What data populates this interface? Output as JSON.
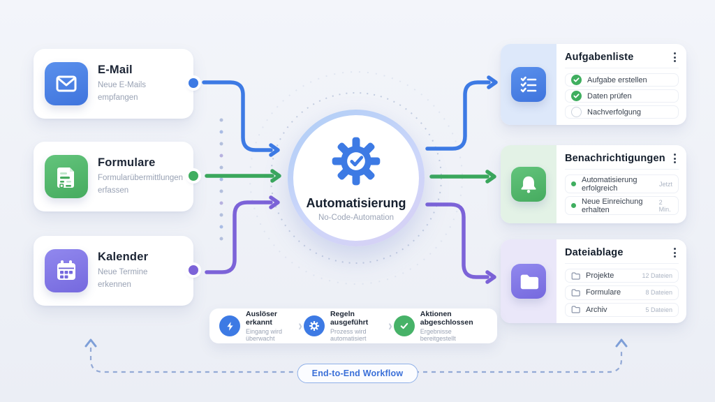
{
  "palette": {
    "blue": "#3d7ae4",
    "green": "#3fae5f",
    "purple": "#7c63d8",
    "dashed": "#93a9d6"
  },
  "sources": {
    "email": {
      "title": "E-Mail",
      "desc": "Neue E-Mails empfangen",
      "icon": "envelope-icon",
      "color": "#4a80e4"
    },
    "forms": {
      "title": "Formulare",
      "desc": "Formularübermittlungen erfassen",
      "icon": "form-icon",
      "color": "#53b96d"
    },
    "calendar": {
      "title": "Kalender",
      "desc": "Neue Termine erkennen",
      "icon": "calendar-icon",
      "color": "#8478e8"
    }
  },
  "hub": {
    "title": "Automatisierung",
    "subtitle": "No-Code-Automation",
    "icon": "gear-check-icon",
    "color": "#3d7ae4"
  },
  "outputs": {
    "tasks": {
      "title": "Aufgabenliste",
      "icon": "checklist-icon",
      "items": [
        {
          "label": "Aufgabe erstellen",
          "state": "done"
        },
        {
          "label": "Daten prüfen",
          "state": "done"
        },
        {
          "label": "Nachverfolgung",
          "state": "open"
        }
      ]
    },
    "notifications": {
      "title": "Benachrichtigungen",
      "icon": "bell-icon",
      "items": [
        {
          "label": "Automatisierung erfolgreich",
          "meta": "Jetzt"
        },
        {
          "label": "Neue Einreichung erhalten",
          "meta": "2 Min."
        }
      ]
    },
    "files": {
      "title": "Dateiablage",
      "icon": "folder-icon",
      "items": [
        {
          "label": "Projekte",
          "meta": "12 Dateien"
        },
        {
          "label": "Formulare",
          "meta": "8 Dateien"
        },
        {
          "label": "Archiv",
          "meta": "5 Dateien"
        }
      ]
    }
  },
  "pipeline": {
    "steps": [
      {
        "title": "Auslöser erkannt",
        "desc": "Eingang wird überwacht",
        "icon": "lightning-icon",
        "color": "#3d7ae4"
      },
      {
        "title": "Regeln ausgeführt",
        "desc": "Prozess wird automatisiert",
        "icon": "gear-icon",
        "color": "#3d7ae4"
      },
      {
        "title": "Aktionen abgeschlossen",
        "desc": "Ergebnisse bereitgestellt",
        "icon": "check-icon",
        "color": "#47b268"
      }
    ]
  },
  "footer": {
    "label": "End-to-End Workflow"
  }
}
